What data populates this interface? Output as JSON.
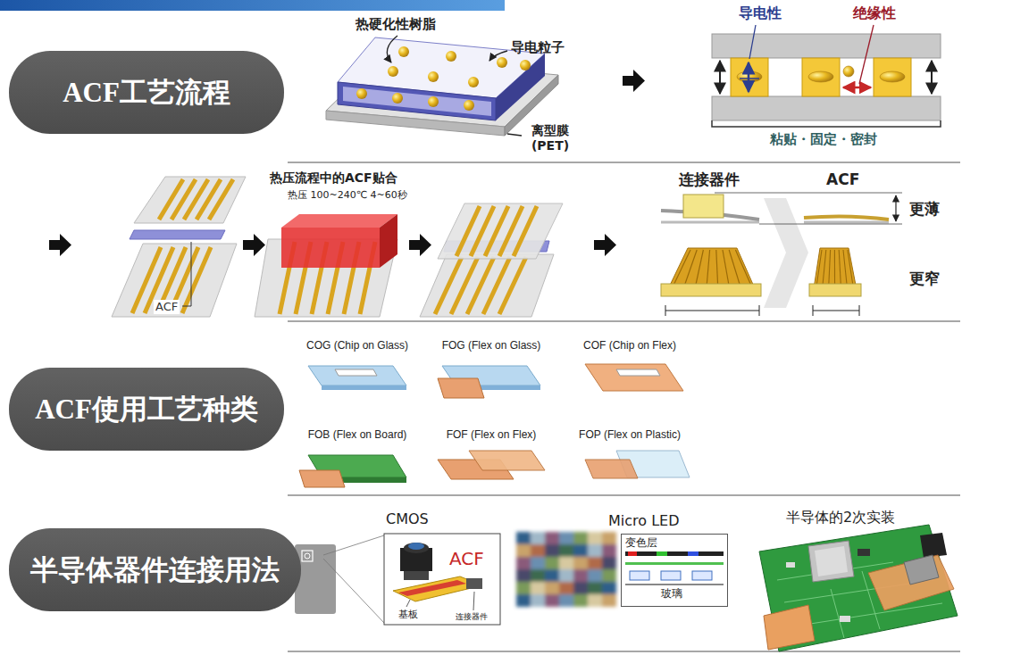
{
  "diagram": {
    "nodes": [
      {
        "text": [
          "ACF工艺流程"
        ]
      },
      {
        "text": [
          "ACF使用工艺种类"
        ]
      },
      {
        "text": [
          "半导体器件连接用法"
        ]
      },
      {
        "text": [
          "Micro LED",
          "变色层",
          "玻璃"
        ]
      }
    ],
    "labels": [
      "热硬化性树脂",
      "导电粒子",
      "离型膜 (PET)",
      "导电性",
      "绝缘性",
      "粘贴・固定・密封",
      "热压流程中的ACF贴合",
      "热压 100~240℃ 4~60秒",
      "ACF",
      "连接器件",
      "ACF",
      "更薄",
      "更窄",
      "COG (Chip on Glass)",
      "FOG (Flex on Glass)",
      "COF (Chip on Flex)",
      "FOB (Flex on Board)",
      "FOF (Flex on Flex)",
      "FOP (Flex on Plastic)",
      "CMOS",
      "ACF",
      "基板",
      "连接器件",
      "半导体的2次实装"
    ]
  }
}
